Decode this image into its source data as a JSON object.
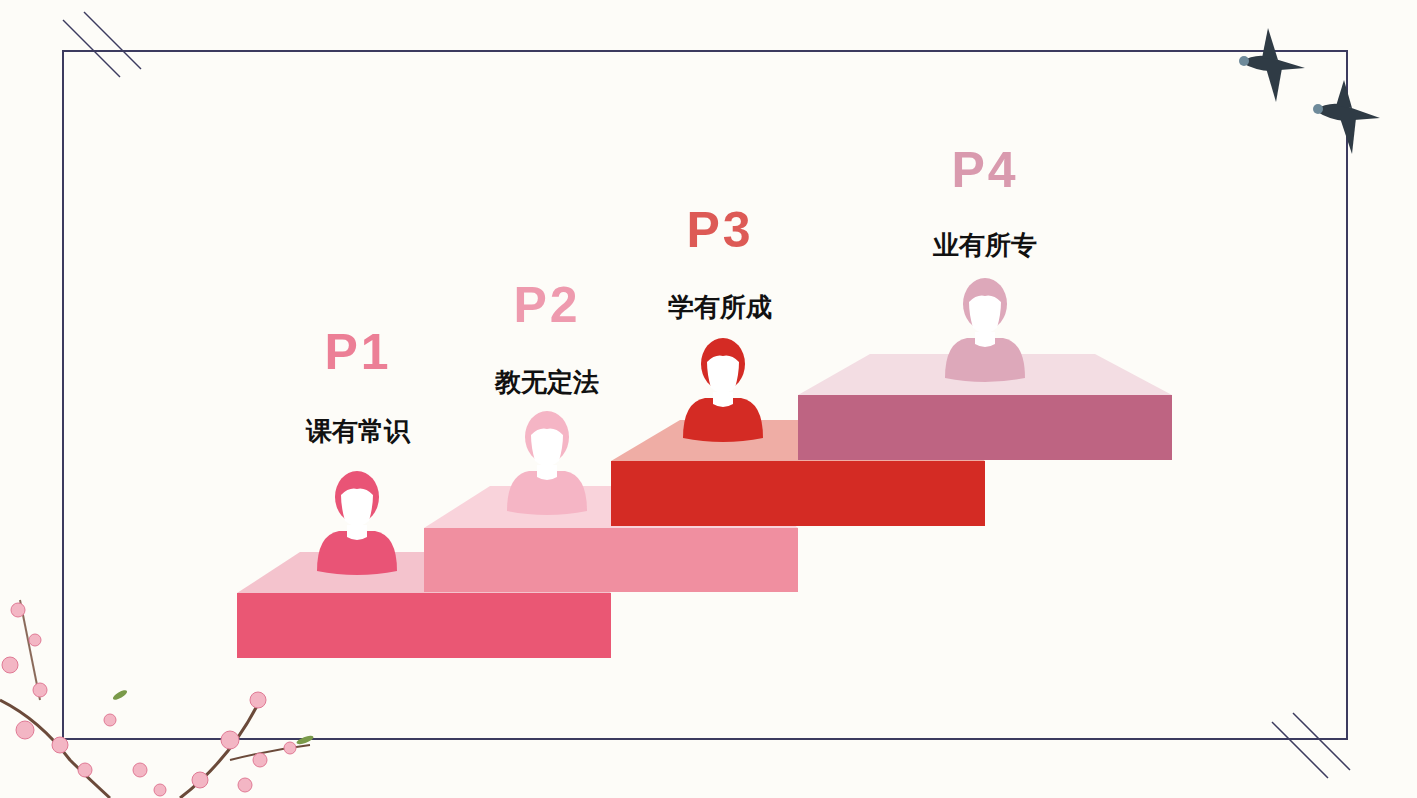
{
  "diagram": {
    "nodes": [
      {
        "text": [
          "P1",
          "课有常识"
        ]
      },
      {
        "text": [
          "P2",
          "教无定法"
        ]
      },
      {
        "text": [
          "P3",
          "学有所成"
        ]
      },
      {
        "text": [
          "P4",
          "业有所专"
        ]
      }
    ]
  }
}
